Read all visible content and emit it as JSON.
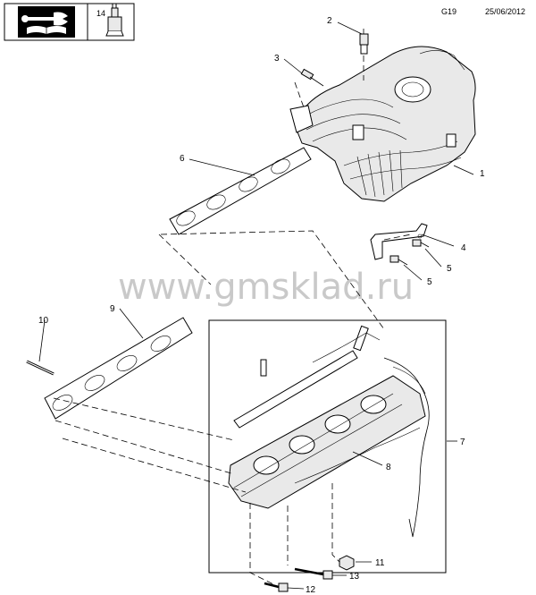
{
  "header": {
    "page_code": "G19",
    "date": "25/06/2012",
    "tool_item_number": "14"
  },
  "watermark": "www.gmsklad.ru",
  "callouts": [
    "1",
    "2",
    "3",
    "4",
    "5",
    "5",
    "6",
    "7",
    "8",
    "9",
    "10",
    "11",
    "12",
    "13"
  ],
  "icons": [
    "wrench-and-book-icon",
    "sealant-tube-icon"
  ]
}
